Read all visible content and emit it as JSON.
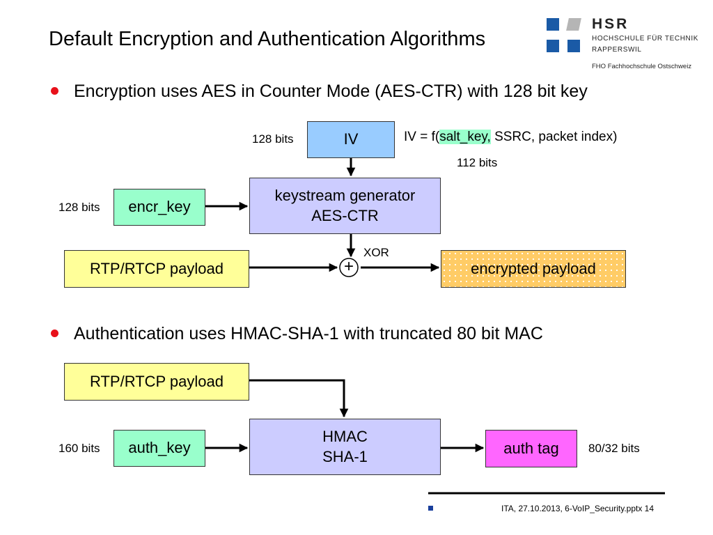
{
  "slide": {
    "title": "Default Encryption and Authentication Algorithms"
  },
  "logo": {
    "name": "HSR",
    "line1": "HOCHSCHULE FÜR TECHNIK",
    "line2": "RAPPERSWIL",
    "line3": "FHO Fachhochschule Ostschweiz",
    "colors": {
      "blue": "#1a5aa6",
      "gray": "#b5b5b5"
    }
  },
  "bullets": [
    {
      "text": "Encryption uses AES in Counter Mode (AES-CTR) with 128 bit key"
    },
    {
      "text": "Authentication uses HMAC-SHA-1 with truncated 80 bit MAC"
    }
  ],
  "encryption": {
    "iv_bits": "128 bits",
    "iv": "IV",
    "iv_formula_prefix": "IV = f(",
    "iv_formula_salt": "salt_key,",
    "iv_formula_suffix": " SSRC, packet index)",
    "salt_bits": "112 bits",
    "key_bits": "128 bits",
    "encr_key": "encr_key",
    "keystream_line1": "keystream generator",
    "keystream_line2": "AES-CTR",
    "xor_label": "XOR",
    "xor_symbol": "+",
    "payload": "RTP/RTCP payload",
    "encrypted": "encrypted payload"
  },
  "authentication": {
    "payload": "RTP/RTCP payload",
    "key_bits": "160 bits",
    "auth_key": "auth_key",
    "hmac_line1": "HMAC",
    "hmac_line2": "SHA-1",
    "auth_tag": "auth tag",
    "tag_bits": "80/32 bits"
  },
  "footer": {
    "text": "ITA, 27.10.2013, 6-VoIP_Security.pptx 14"
  },
  "colors": {
    "iv_fill": "#99ccff",
    "key_fill": "#99ffcc",
    "generator_fill": "#ccccff",
    "payload_fill": "#ffff99",
    "encrypted_fill": "#ffcc66",
    "auth_tag_fill": "#ff66ff",
    "salt_highlight": "#99ffcc",
    "bullet": "#e8111a"
  }
}
